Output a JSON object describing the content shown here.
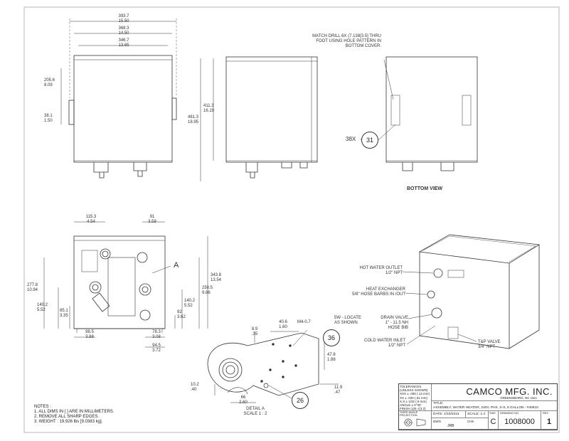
{
  "views": {
    "top_view": {
      "dims": [
        "393.7",
        "15.50",
        "368.3",
        "14.50",
        "346.7",
        "13.65",
        "205.6",
        "8.09",
        "38.1",
        "1.50"
      ]
    },
    "side_view": {
      "dims": [
        "411.3",
        "16.19",
        "481.3",
        "18.95"
      ]
    },
    "bottom_view": {
      "label": "BOTTOM VIEW",
      "note": [
        "MATCH DRILL 6X (7.138[3.5] THRU",
        "FOOT USING HOLE PATTERN IN",
        "BOTTOM COVER."
      ],
      "qty": "38X",
      "balloon": "31"
    },
    "front_view": {
      "dims": [
        "115.3",
        "4.54",
        "91",
        "3.58",
        "277.8",
        "10.94",
        "140.2",
        "5.52",
        "85.1",
        "3.35",
        "98.5",
        "3.88",
        "343.8",
        "13.54",
        "250.5",
        "9.86",
        "140.2",
        "5.52",
        "92",
        "3.62",
        "78.3",
        "3.08",
        "94.5",
        "3.72"
      ],
      "callout": "A"
    },
    "detail_a": {
      "dims": [
        "8.9",
        ".35",
        "40.6",
        "1.60",
        "47.8",
        "1.88",
        "11.9",
        ".47",
        "10.2",
        ".40",
        "66",
        "2.60"
      ],
      "thread": "M4-0.7",
      "note": [
        "5W - LOCATE",
        "AS SHOWN"
      ],
      "balloons": [
        "36",
        "26"
      ],
      "caption": [
        "DETAIL A",
        "SCALE 1 : 2"
      ]
    },
    "iso_view": {
      "callouts": [
        {
          "t1": "HOT WATER OUTLET",
          "t2": "1/2\" NPT"
        },
        {
          "t1": "HEAT EXCHANGER",
          "t2": "5/8\" HOSE BARBS IN /OUT"
        },
        {
          "t1": "DRAIN VALVE",
          "t2": "1\" - 11.5 NH",
          "t3": "HOSE BIB"
        },
        {
          "t1": "COLD WATER INLET",
          "t2": "1/2\" NPT"
        },
        {
          "t1": "T&P VALVE",
          "t2": "3/4\" NPT"
        }
      ]
    }
  },
  "notes": [
    "NOTES :",
    "1. ALL DIMS IN [ ] ARE IN MILLIMETERS.",
    "2. REMOVE ALL SHARP EDGES.",
    "3. WEIGHT : 19.926 lbs [9.0383 kg]."
  ],
  "title_block": {
    "company": "CAMCO MFG. INC.",
    "location": "GREENSBORO, NC  USA",
    "title_label": "TITLE:",
    "title": "ASSEMBLY, WATER HEATER, 240V, PHX, S-S, 6 GALLON - #40610",
    "tolerances": [
      "TOLERANCES",
      "(UNLESS SHOWN)",
      "XXX ± .005 (.13 mm)",
      "XX ± .020 (.51 mm)",
      "X.X ± 1/32 (.8 mm)",
      "ANGLE ± 0°30'",
      "FINISH 125 √(3.2)"
    ],
    "date": "DATE: 1/10/2013",
    "scale": "SCALE: 1:4",
    "size_label": "SIZE",
    "size": "C",
    "dwg_label": "DRAWING NO.",
    "dwg_no": "1008000",
    "rev_label": "REV",
    "rev": "1",
    "drawn_label": "DWN",
    "drawn": "JRB",
    "chk_label": "CHK",
    "proj_label": "THIRD ANGLE PROJECTION"
  }
}
